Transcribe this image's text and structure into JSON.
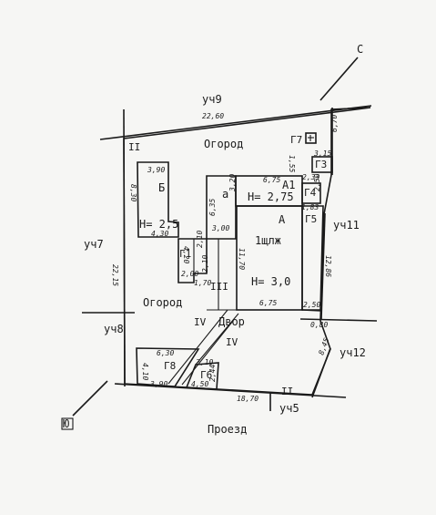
{
  "compass": {
    "north": "С",
    "south": "Ю"
  },
  "neighbors": {
    "top": "уч9",
    "left": "уч7",
    "left_bottom": "уч8",
    "right": "уч11",
    "right_bottom": "уч12",
    "bottom": "уч5"
  },
  "street": "Проезд",
  "areas": {
    "garden_top": "Огород",
    "garden_left": "Огород",
    "yard": "Двор"
  },
  "buildings": {
    "b": {
      "letter": "Б",
      "height": "Н= 2,5"
    },
    "a": {
      "letter": "А",
      "floors": "1щлж",
      "height": "Н= 3,0"
    },
    "a1": {
      "letter": "А1",
      "height": "Н= 2,75"
    },
    "small_a": "а",
    "g1": "Г1",
    "g3": "Г3",
    "g4": "Г4",
    "g5": "Г5",
    "g6": "Г6",
    "g7": "Г7",
    "g8": "Г8"
  },
  "roman": {
    "ii_top": "II",
    "ii_bottom": "II",
    "iii": "III",
    "iv_left": "IV",
    "iv_right": "IV"
  },
  "dimensions": {
    "top_boundary": "22,60",
    "left_boundary": "22,15",
    "bottom_boundary": "18,70",
    "right_top": "6,70",
    "right_mid": "12,86",
    "right_bottom": "8,45",
    "right_corner": "0,80",
    "b_top": "3,90",
    "b_left": "8,30",
    "b_bottom": "4,30",
    "a1_top": "6,75",
    "a1_left": "3,20",
    "a_left": "11,70",
    "a_bottom": "6,75",
    "a_right_bottom": "2,50",
    "small_a_side": "6,35",
    "small_a_bottom": "3,00",
    "g3_top": "3,15",
    "g7_side": "1,55",
    "g4_top": "2,33",
    "g4_side": "2,50",
    "g5_top": "1,83",
    "g1_left": "4,20",
    "g1_right": "2,10",
    "g1_bottom": "2,00",
    "g1b_side": "2,10",
    "g1b_bottom": "1,70",
    "g8_top": "6,30",
    "g8_left": "4,10",
    "g8_bottom": "3,90",
    "g6_top": "2,10",
    "g6_side": "2,44",
    "g6_bottom": "4,50"
  }
}
